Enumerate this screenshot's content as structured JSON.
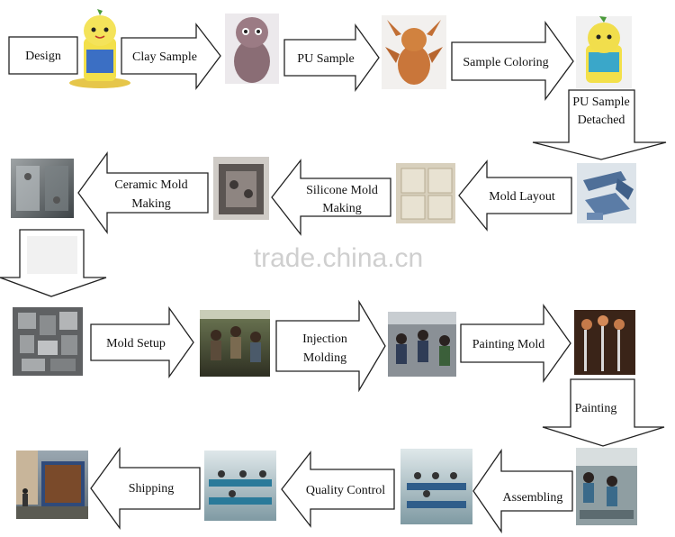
{
  "watermark": "trade.china.cn",
  "steps": {
    "design": "Design",
    "clay_sample": "Clay Sample",
    "pu_sample": "PU Sample",
    "sample_coloring": "Sample Coloring",
    "pu_sample_detached": [
      "PU Sample",
      "Detached"
    ],
    "mold_layout": "Mold Layout",
    "silicone_mold_making": [
      "Silicone Mold",
      "Making"
    ],
    "ceramic_mold_making": [
      "Ceramic Mold",
      "Making"
    ],
    "mold_setup": "Mold Setup",
    "injection_molding": [
      "Injection",
      "Molding"
    ],
    "painting_mold": "Painting Mold",
    "painting": "Painting",
    "assembling": "Assembling",
    "quality_control": "Quality Control",
    "shipping": "Shipping"
  },
  "photos": {
    "row1": [
      "yellow-mascot-photo",
      "clay-figure-photo",
      "pu-dragon-photo",
      "colored-mascot-photo"
    ],
    "row2": [
      "mold-parts-photo",
      "mold-layout-photo",
      "silicone-mold-photo",
      "ceramic-mold-photo"
    ],
    "row3": [
      "mold-setup-photo",
      "molding-workers-photo",
      "injection-workshop-photo",
      "painting-mold-photo"
    ],
    "row4": [
      "assembly-line-photo",
      "quality-control-photo",
      "factory-floor-photo",
      "shipping-container-photo"
    ]
  }
}
